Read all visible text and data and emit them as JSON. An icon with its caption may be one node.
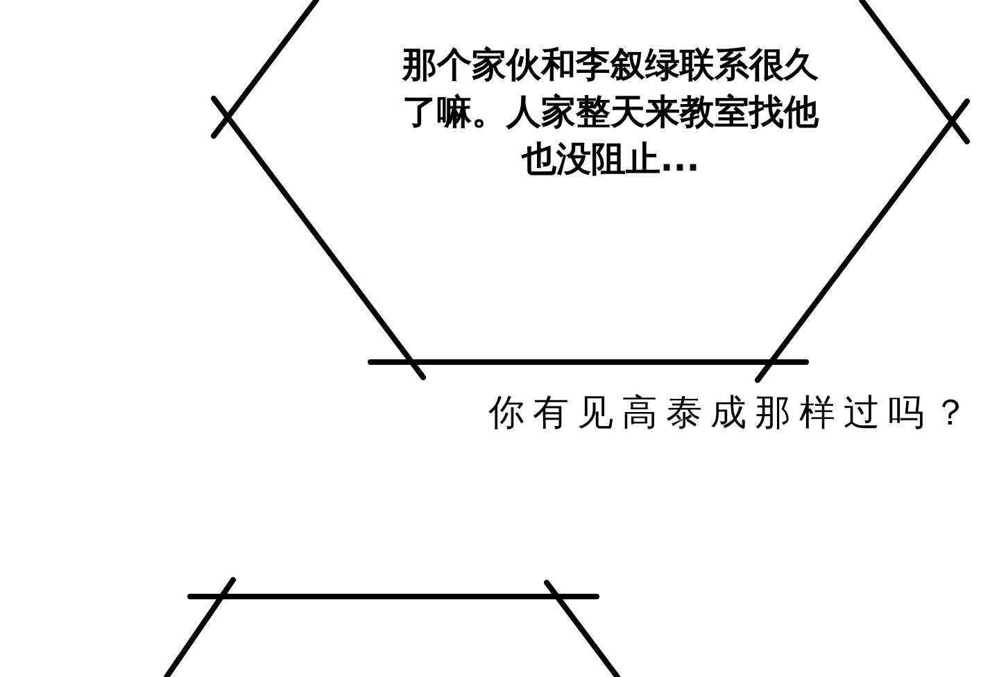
{
  "diagram": {
    "nodes": [
      {
        "text": [
          "那个家伙和李叙绿联系很久了嘛。人家整天来教室找他也没阻止..."
        ]
      },
      {
        "text": [],
        "shape": "hexagon"
      }
    ],
    "labels": [
      "你有见高泰成那样过吗？"
    ]
  }
}
